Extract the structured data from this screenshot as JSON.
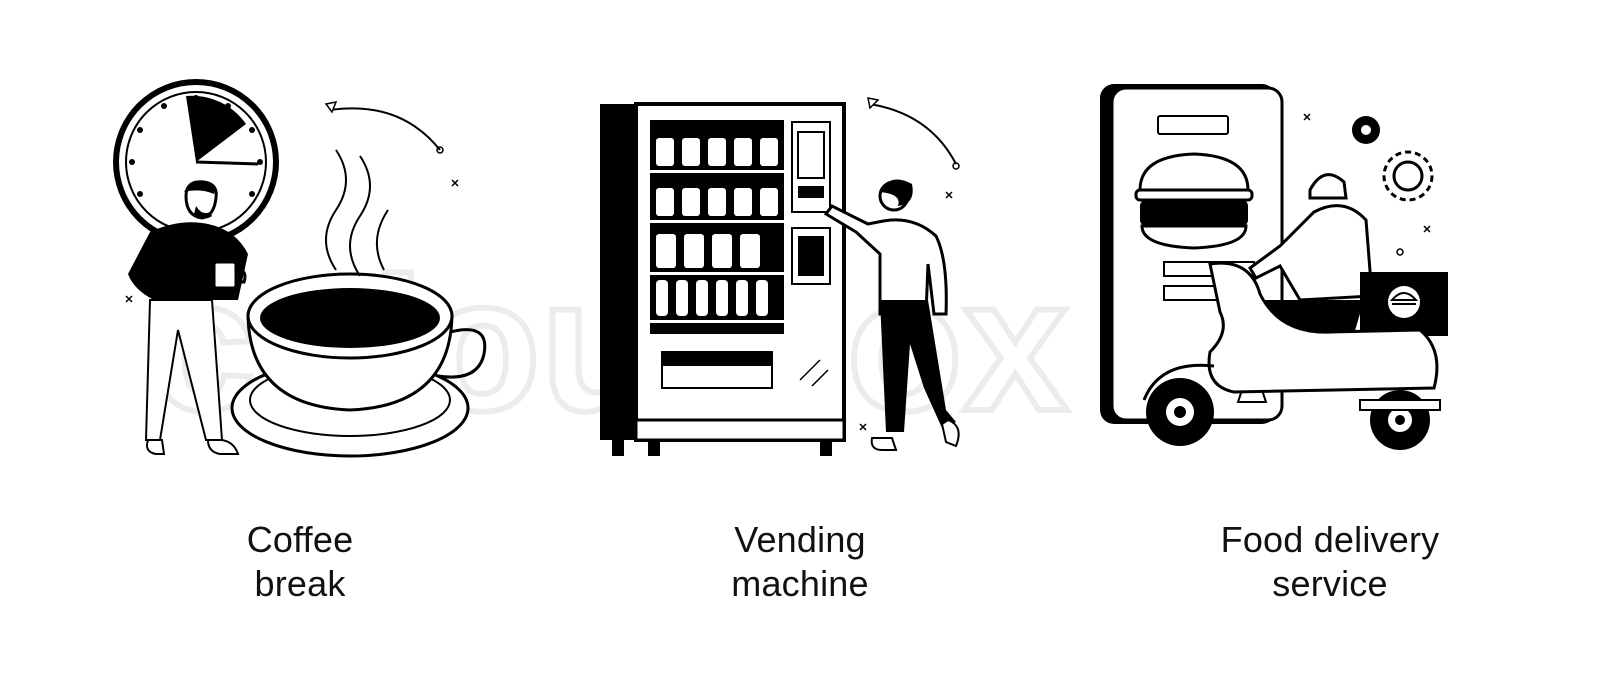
{
  "watermark": "colourbox",
  "panels": [
    {
      "caption_line1": "Coffee",
      "caption_line2": "break",
      "illustration": "clock-coffee-cup-man"
    },
    {
      "caption_line1": "Vending",
      "caption_line2": "machine",
      "illustration": "vending-machine-woman"
    },
    {
      "caption_line1": "Food delivery",
      "caption_line2": "service",
      "illustration": "phone-burger-scooter-courier"
    }
  ]
}
